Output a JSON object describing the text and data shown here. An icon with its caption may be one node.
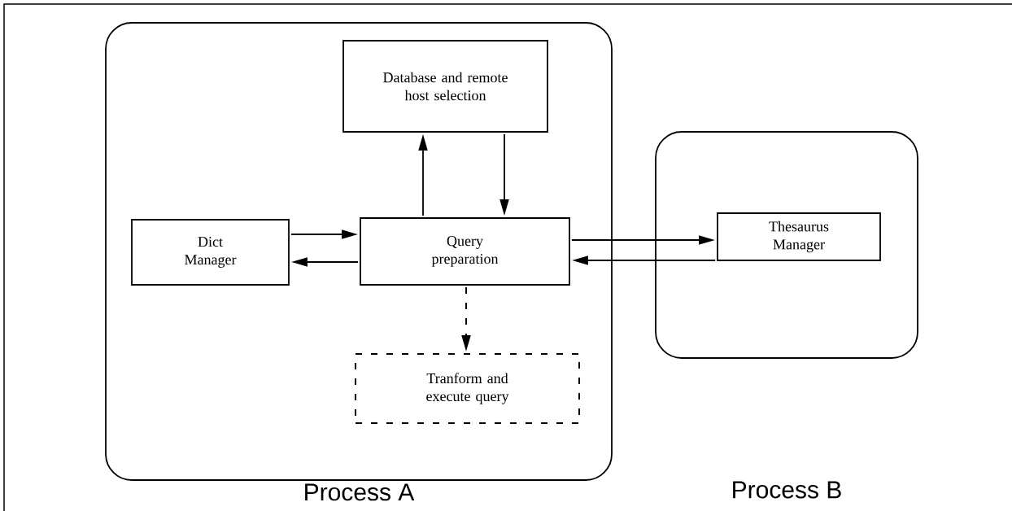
{
  "diagram": {
    "nodes": [
      {
        "text": [
          "Process A"
        ]
      },
      {
        "text": [
          "Database and remote host selection"
        ],
        "in": 0
      },
      {
        "text": [
          "Dict Manager"
        ],
        "in": 0
      },
      {
        "text": [
          "Query preparation"
        ],
        "in": 0
      },
      {
        "text": [
          "Tranform and execute query"
        ],
        "in": 0
      },
      {
        "text": [],
        "shape": "box"
      },
      {
        "text": [
          "Thesaurus Manager"
        ],
        "in": 5
      }
    ],
    "edges": [
      {
        "from": 3,
        "to": 1,
        "arrow": "to"
      },
      {
        "from": 1,
        "to": 3,
        "arrow": "to"
      },
      {
        "from": 2,
        "to": 3,
        "arrow": "to"
      },
      {
        "from": 3,
        "to": 2,
        "arrow": "to"
      },
      {
        "from": 3,
        "to": 4,
        "arrow": "to",
        "style": "dashed"
      },
      {
        "from": 3,
        "to": 6,
        "arrow": "to"
      },
      {
        "from": 6,
        "to": 3,
        "arrow": "to"
      }
    ],
    "labels": [
      "Process B"
    ]
  }
}
